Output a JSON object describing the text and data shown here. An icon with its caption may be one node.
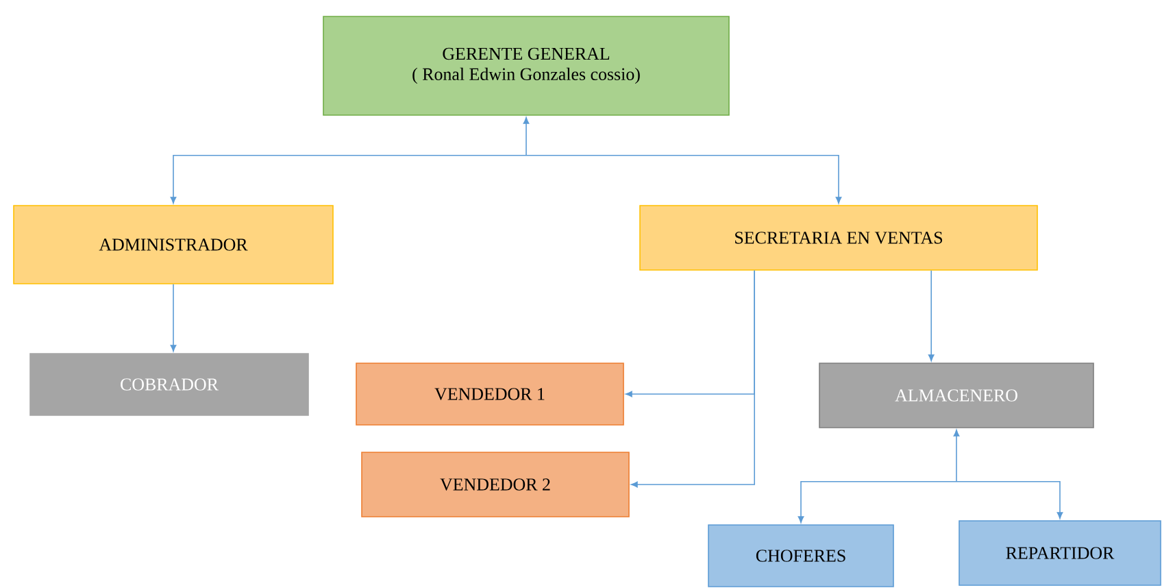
{
  "diagram": {
    "nodes": [
      {
        "text": [
          "GERENTE GENERAL",
          "( Ronal Edwin Gonzales cossio)"
        ]
      },
      {
        "text": [
          "ADMINISTRADOR"
        ]
      },
      {
        "text": [
          "SECRETARIA EN VENTAS"
        ]
      },
      {
        "text": [
          "COBRADOR"
        ]
      },
      {
        "text": [
          "VENDEDOR 1"
        ]
      },
      {
        "text": [
          "VENDEDOR 2"
        ]
      },
      {
        "text": [
          "ALMACENERO"
        ]
      },
      {
        "text": [
          "CHOFERES"
        ]
      },
      {
        "text": [
          "REPARTIDOR"
        ]
      }
    ],
    "edges": [
      {
        "from": 0,
        "to": 1,
        "arrow": "both"
      },
      {
        "from": 0,
        "to": 2,
        "arrow": "both"
      },
      {
        "from": 1,
        "to": 3,
        "arrow": "to"
      },
      {
        "from": 2,
        "to": 4,
        "arrow": "to"
      },
      {
        "from": 2,
        "to": 5,
        "arrow": "to"
      },
      {
        "from": 2,
        "to": 6,
        "arrow": "to"
      },
      {
        "from": 6,
        "to": 7,
        "arrow": "both"
      },
      {
        "from": 6,
        "to": 8,
        "arrow": "both"
      }
    ]
  }
}
